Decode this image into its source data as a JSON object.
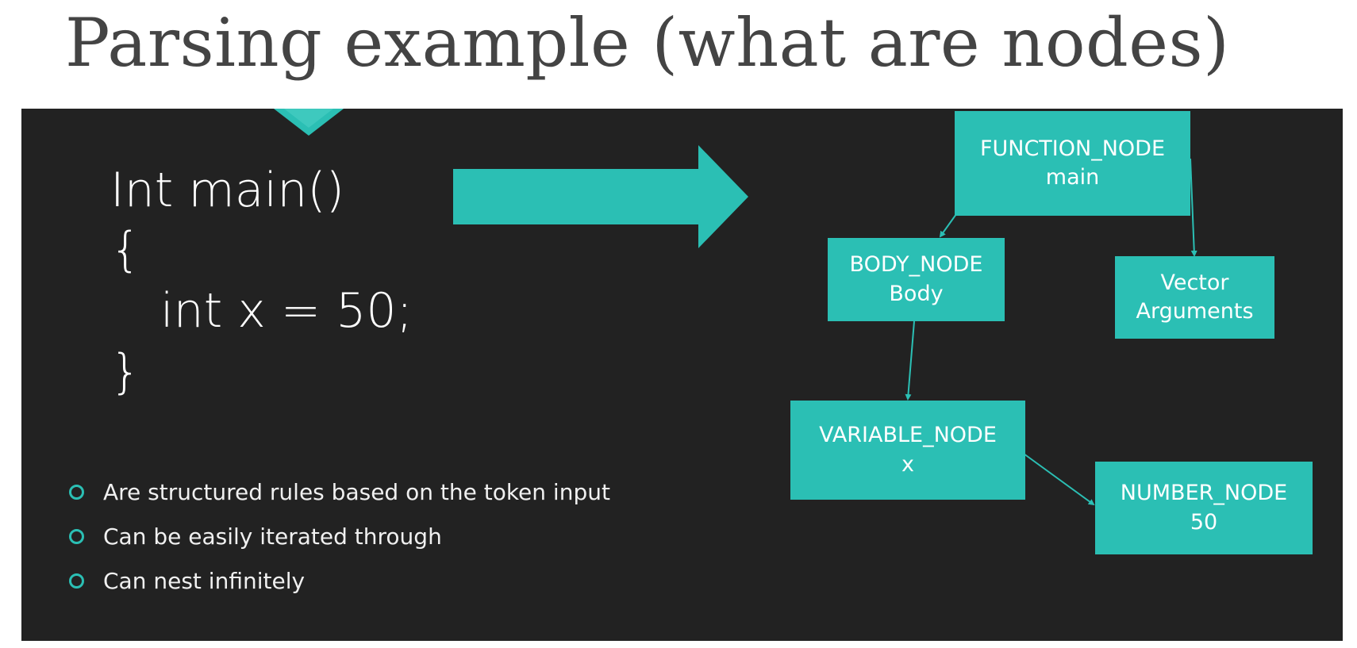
{
  "title": "Parsing example (what are nodes)",
  "code": {
    "lines": [
      "Int main()",
      "{",
      "int x = 50;",
      "}"
    ]
  },
  "bullets": [
    "Are structured rules based on the token input",
    "Can be easily iterated through",
    "Can nest infinitely"
  ],
  "nodes": {
    "function": {
      "type": "FUNCTION_NODE",
      "value": "main"
    },
    "body": {
      "type": "BODY_NODE",
      "value": "Body"
    },
    "vector": {
      "type": "Vector",
      "value": "Arguments"
    },
    "variable": {
      "type": "VARIABLE_NODE",
      "value": "x"
    },
    "number": {
      "type": "NUMBER_NODE",
      "value": "50"
    }
  },
  "colors": {
    "accent": "#2bbfb4",
    "background": "#222222",
    "title": "#444444",
    "text": "#ffffff"
  }
}
